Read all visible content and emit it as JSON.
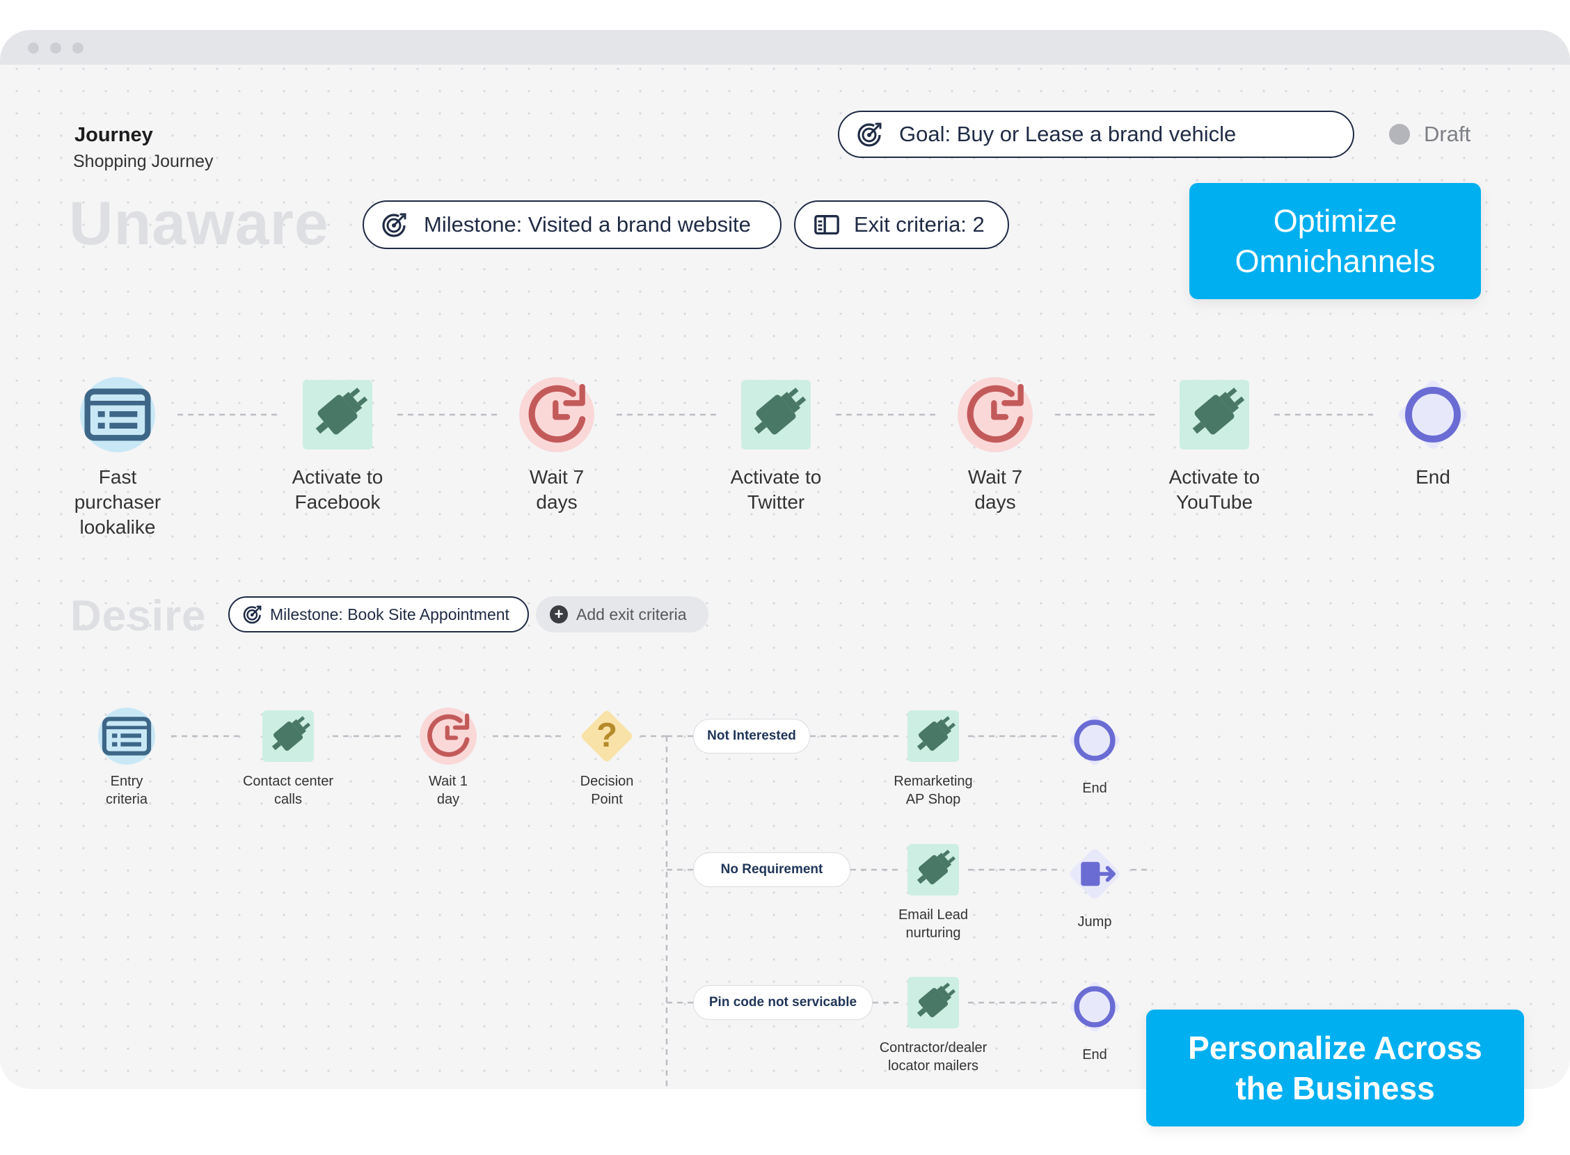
{
  "header": {
    "title": "Journey",
    "subtitle": "Shopping Journey",
    "goal": "Goal: Buy or Lease a brand vehicle",
    "status": "Draft"
  },
  "stages": {
    "unaware": {
      "label": "Unaware",
      "milestone": "Milestone: Visited a brand website",
      "exit": "Exit criteria: 2",
      "nodes": [
        {
          "type": "audience",
          "label": "Fast\npurchaser\nlookalike"
        },
        {
          "type": "activate",
          "label": "Activate to\nFacebook"
        },
        {
          "type": "wait",
          "label": "Wait 7\ndays"
        },
        {
          "type": "activate",
          "label": "Activate to\nTwitter"
        },
        {
          "type": "wait",
          "label": "Wait 7\ndays"
        },
        {
          "type": "activate",
          "label": "Activate to\nYouTube"
        },
        {
          "type": "end",
          "label": "End"
        }
      ]
    },
    "desire": {
      "label": "Desire",
      "milestone": "Milestone: Book Site Appointment",
      "add_exit": "Add exit criteria",
      "nodes": [
        {
          "type": "audience",
          "label": "Entry\ncriteria"
        },
        {
          "type": "activate",
          "label": "Contact center\ncalls"
        },
        {
          "type": "wait",
          "label": "Wait 1\nday"
        },
        {
          "type": "decision",
          "label": "Decision\nPoint"
        }
      ],
      "branches": [
        {
          "tag": "Not Interested",
          "action": "Remarketing\nAP Shop",
          "terminal": {
            "type": "end",
            "label": "End"
          }
        },
        {
          "tag": "No Requirement",
          "action": "Email Lead\nnurturing",
          "terminal": {
            "type": "jump",
            "label": "Jump"
          }
        },
        {
          "tag": "Pin code not servicable",
          "action": "Contractor/dealer\nlocator mailers",
          "terminal": {
            "type": "end",
            "label": "End"
          }
        }
      ]
    }
  },
  "callouts": {
    "top": "Optimize\nOmnichannels",
    "bottom": "Personalize Across\nthe Business"
  },
  "icons": {
    "goal": "target-icon",
    "milestone": "target-icon",
    "exit": "exit-panel-icon",
    "audience": "list-icon",
    "activate": "plug-icon",
    "wait": "clock-icon",
    "decision": "question-icon",
    "end": "ring-icon",
    "jump": "jump-icon"
  },
  "colors": {
    "callout": "#00aff0",
    "audience": "#c9e8f6",
    "activate": "#cdeee3",
    "wait": "#fad8d8",
    "decision": "#f9e2a8",
    "end": "#e8e8fb",
    "pill_border": "#1f2b45"
  }
}
